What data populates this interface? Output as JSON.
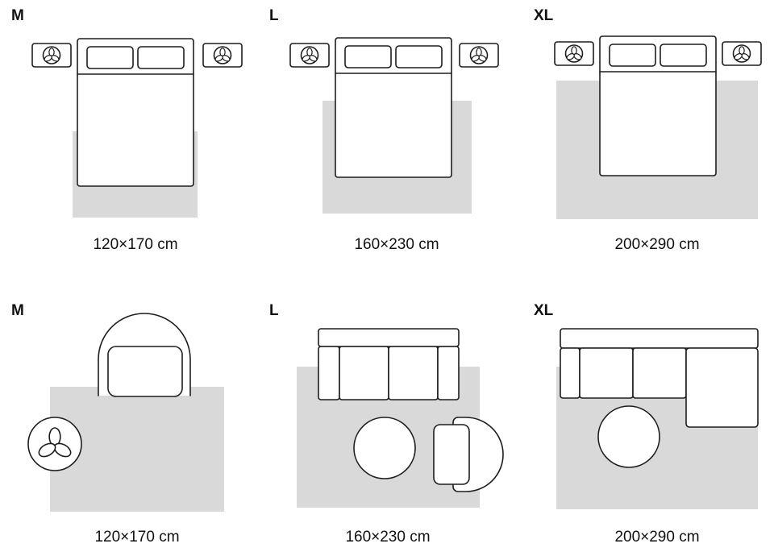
{
  "colors": {
    "rug_fill": "#d9d9d9",
    "line": "#1d1d1f",
    "background": "#ffffff",
    "text": "#111111"
  },
  "panels": {
    "bedroom_m": {
      "size_label": "M",
      "dimensions": "120×170 cm"
    },
    "bedroom_l": {
      "size_label": "L",
      "dimensions": "160×230 cm"
    },
    "bedroom_xl": {
      "size_label": "XL",
      "dimensions": "200×290 cm"
    },
    "living_m": {
      "size_label": "M",
      "dimensions": "120×170 cm"
    },
    "living_l": {
      "size_label": "L",
      "dimensions": "160×230 cm"
    },
    "living_xl": {
      "size_label": "XL",
      "dimensions": "200×290 cm"
    }
  }
}
